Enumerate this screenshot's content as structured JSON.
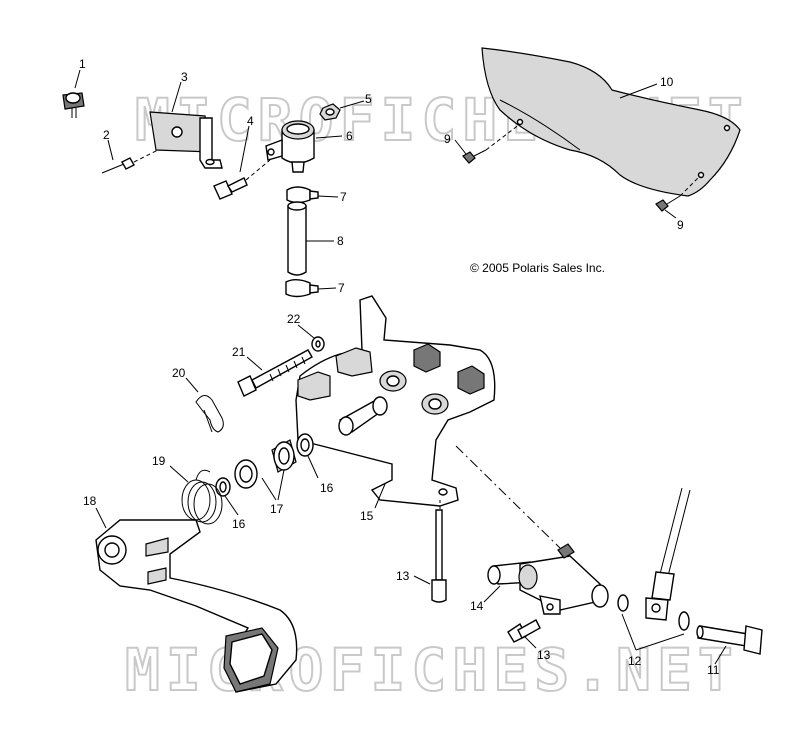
{
  "watermark": "MICROFICHES.NET",
  "copyright": "© 2005 Polaris Sales Inc.",
  "callouts": {
    "c1": "1",
    "c2": "2",
    "c3": "3",
    "c4": "4",
    "c5": "5",
    "c6": "6",
    "c7a": "7",
    "c7b": "7",
    "c8": "8",
    "c9a": "9",
    "c9b": "9",
    "c10": "10",
    "c11": "11",
    "c12": "12",
    "c13a": "13",
    "c13b": "13",
    "c14": "14",
    "c15": "15",
    "c16a": "16",
    "c16b": "16",
    "c17": "17",
    "c18": "18",
    "c19": "19",
    "c20": "20",
    "c21": "21",
    "c22": "22"
  }
}
